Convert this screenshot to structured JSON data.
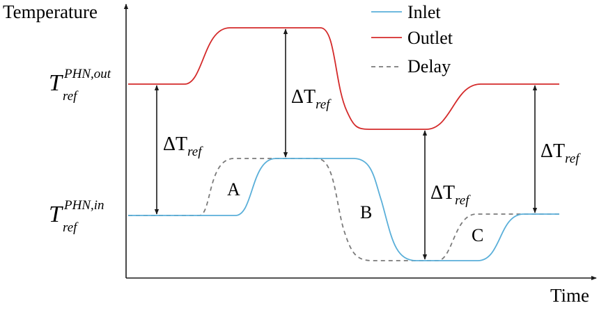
{
  "axes": {
    "y_label": "Temperature",
    "x_label": "Time"
  },
  "legend": {
    "inlet": "Inlet",
    "outlet": "Outlet",
    "delay": "Delay"
  },
  "colors": {
    "inlet": "#5aafd9",
    "outlet": "#d42a2a",
    "delay": "#7a7a7a",
    "axis": "#1a1a1a"
  },
  "levels": {
    "out": {
      "base": "T",
      "sup": "PHN,out",
      "sub": "ref"
    },
    "in": {
      "base": "T",
      "sup": "PHN,in",
      "sub": "ref"
    }
  },
  "delta": {
    "symbol": "ΔT",
    "sub": "ref"
  },
  "regions": {
    "a": "A",
    "b": "B",
    "c": "C"
  }
}
